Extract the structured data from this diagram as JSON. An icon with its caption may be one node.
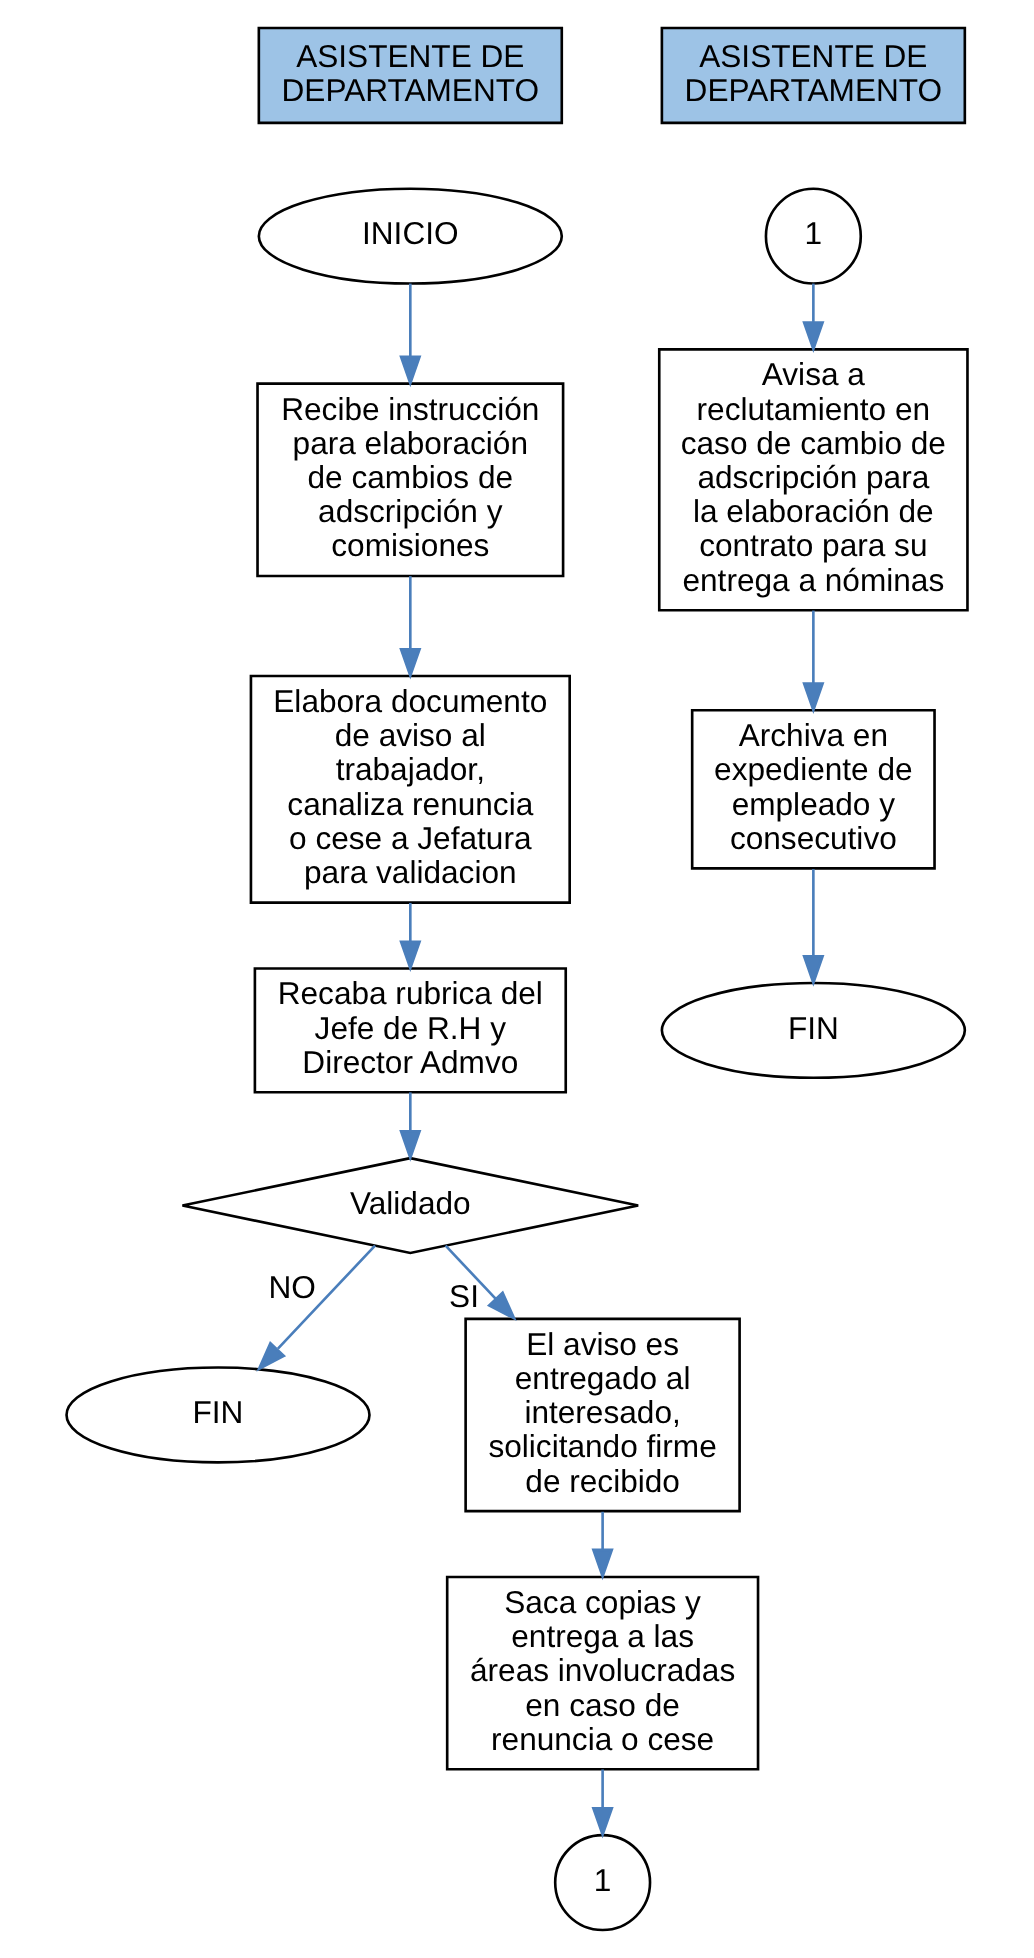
{
  "diagram": {
    "nodes": [
      {
        "text": [
          "ASISTENTE DE DEPARTAMENTO"
        ]
      },
      {
        "text": [
          "ASISTENTE DE DEPARTAMENTO"
        ]
      },
      {
        "text": [
          "INICIO"
        ]
      },
      {
        "text": [
          "Recibe instrucción para elaboración de cambios de adscripción y comisiones"
        ]
      },
      {
        "text": [
          "Elabora documento de aviso al trabajador, canaliza renuncia o cese a Jefatura para validacion"
        ]
      },
      {
        "text": [
          "Recaba rubrica del Jefe de R.H y Director Admvo"
        ]
      },
      {
        "text": [
          "Validado"
        ]
      },
      {
        "text": [
          "FIN"
        ]
      },
      {
        "text": [
          "El aviso es entregado al interesado, solicitando firme de recibido"
        ]
      },
      {
        "text": [
          "Saca copias y entrega a las áreas involucradas en caso de renuncia o cese"
        ]
      },
      {
        "text": [
          "1"
        ]
      },
      {
        "text": [
          "1"
        ]
      },
      {
        "text": [
          "Avisa a reclutamiento en caso de cambio de adscripción para la elaboración de contrato para su entrega a nóminas"
        ]
      },
      {
        "text": [
          "Archiva en expediente de empleado y consecutivo"
        ]
      },
      {
        "text": [
          "FIN"
        ]
      }
    ],
    "edges": [
      {
        "from": 2,
        "to": 3,
        "arrow": "to"
      },
      {
        "from": 3,
        "to": 4,
        "arrow": "to"
      },
      {
        "from": 4,
        "to": 5,
        "arrow": "to"
      },
      {
        "from": 5,
        "to": 6,
        "arrow": "to"
      },
      {
        "from": 6,
        "to": 7,
        "arrow": "to",
        "label": "NO"
      },
      {
        "from": 6,
        "to": 8,
        "arrow": "to",
        "label": "SI"
      },
      {
        "from": 8,
        "to": 9,
        "arrow": "to"
      },
      {
        "from": 9,
        "to": 11,
        "arrow": "to"
      },
      {
        "from": 10,
        "to": 12,
        "arrow": "to"
      },
      {
        "from": 12,
        "to": 13,
        "arrow": "to"
      },
      {
        "from": 13,
        "to": 14,
        "arrow": "to"
      }
    ]
  }
}
